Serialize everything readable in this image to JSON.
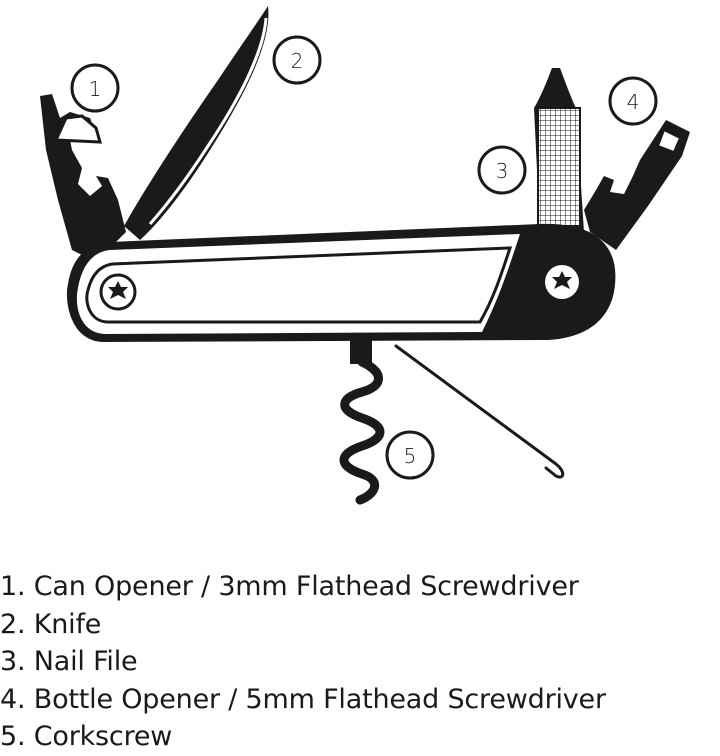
{
  "callouts": [
    "1",
    "2",
    "3",
    "4",
    "5"
  ],
  "legend": [
    "1. Can Opener / 3mm Flathead Screwdriver",
    "2. Knife",
    "3. Nail File",
    "4. Bottle Opener / 5mm Flathead Screwdriver",
    "5. Corkscrew"
  ],
  "colors": {
    "ink": "#1a1a1a",
    "background": "#ffffff"
  }
}
